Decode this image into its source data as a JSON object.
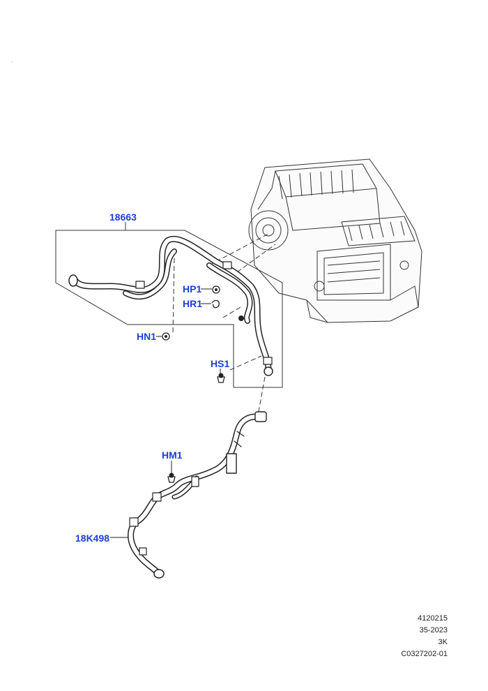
{
  "callouts": {
    "part_18663": "18663",
    "part_hp1": "HP1",
    "part_hr1": "HR1",
    "part_hn1": "HN1",
    "part_hs1": "HS1",
    "part_hm1": "HM1",
    "part_18k498": "18K498"
  },
  "info_block": {
    "line1": "4120215",
    "line2": "35-2023",
    "line3": "3K",
    "line4": "C0327202-01"
  },
  "colors": {
    "callout_text": "#1a3fd6",
    "line_art": "#222222"
  }
}
